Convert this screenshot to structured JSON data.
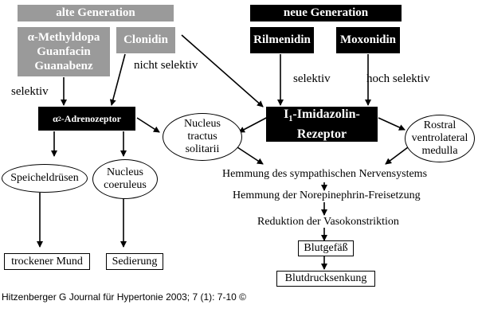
{
  "headers": {
    "old_generation": "alte Generation",
    "new_generation": "neue Generation"
  },
  "drugs": {
    "old_group": "α-Methyldopa\nGuanfacin\nGuanabenz",
    "clonidine": "Clonidin",
    "rilmenidine": "Rilmenidin",
    "moxonidine": "Moxonidin"
  },
  "labels": {
    "selective_left": "selektiv",
    "not_selective": "nicht selektiv",
    "selective_mid": "selektiv",
    "highly_selective": "hoch selektiv"
  },
  "receptors": {
    "alpha2_prefix": "α",
    "alpha2_sub": "2",
    "alpha2_suffix": "-Adrenozeptor",
    "imidazoline_prefix": "I",
    "imidazoline_sub": "1",
    "imidazoline_line1_suffix": "-Imidazolin-",
    "imidazoline_line2": "Rezeptor"
  },
  "nodes": {
    "nucleus_tractus": "Nucleus\ntractus\nsolitarii",
    "rostral_medulla": "Rostral\nventrolateral\nmedulla",
    "salivary_glands": "Speicheldrüsen",
    "nucleus_coeruleus": "Nucleus\ncoeruleus",
    "dry_mouth": "trockener Mund",
    "sedation": "Sedierung"
  },
  "chain": {
    "step1": "Hemmung des sympathischen Nervensystems",
    "step2": "Hemmung der Norepinephrin-Freisetzung",
    "step3": "Reduktion der Vasokonstriktion",
    "vessel": "Blutgefäß",
    "bp_reduction": "Blutdrucksenkung"
  },
  "citation": "Hitzenberger G Journal für Hypertonie 2003; 7 (1): 7-10 ©",
  "colors": {
    "old_gen_fill": "#9a9a9a",
    "new_gen_fill": "#000000",
    "line": "#000000"
  }
}
